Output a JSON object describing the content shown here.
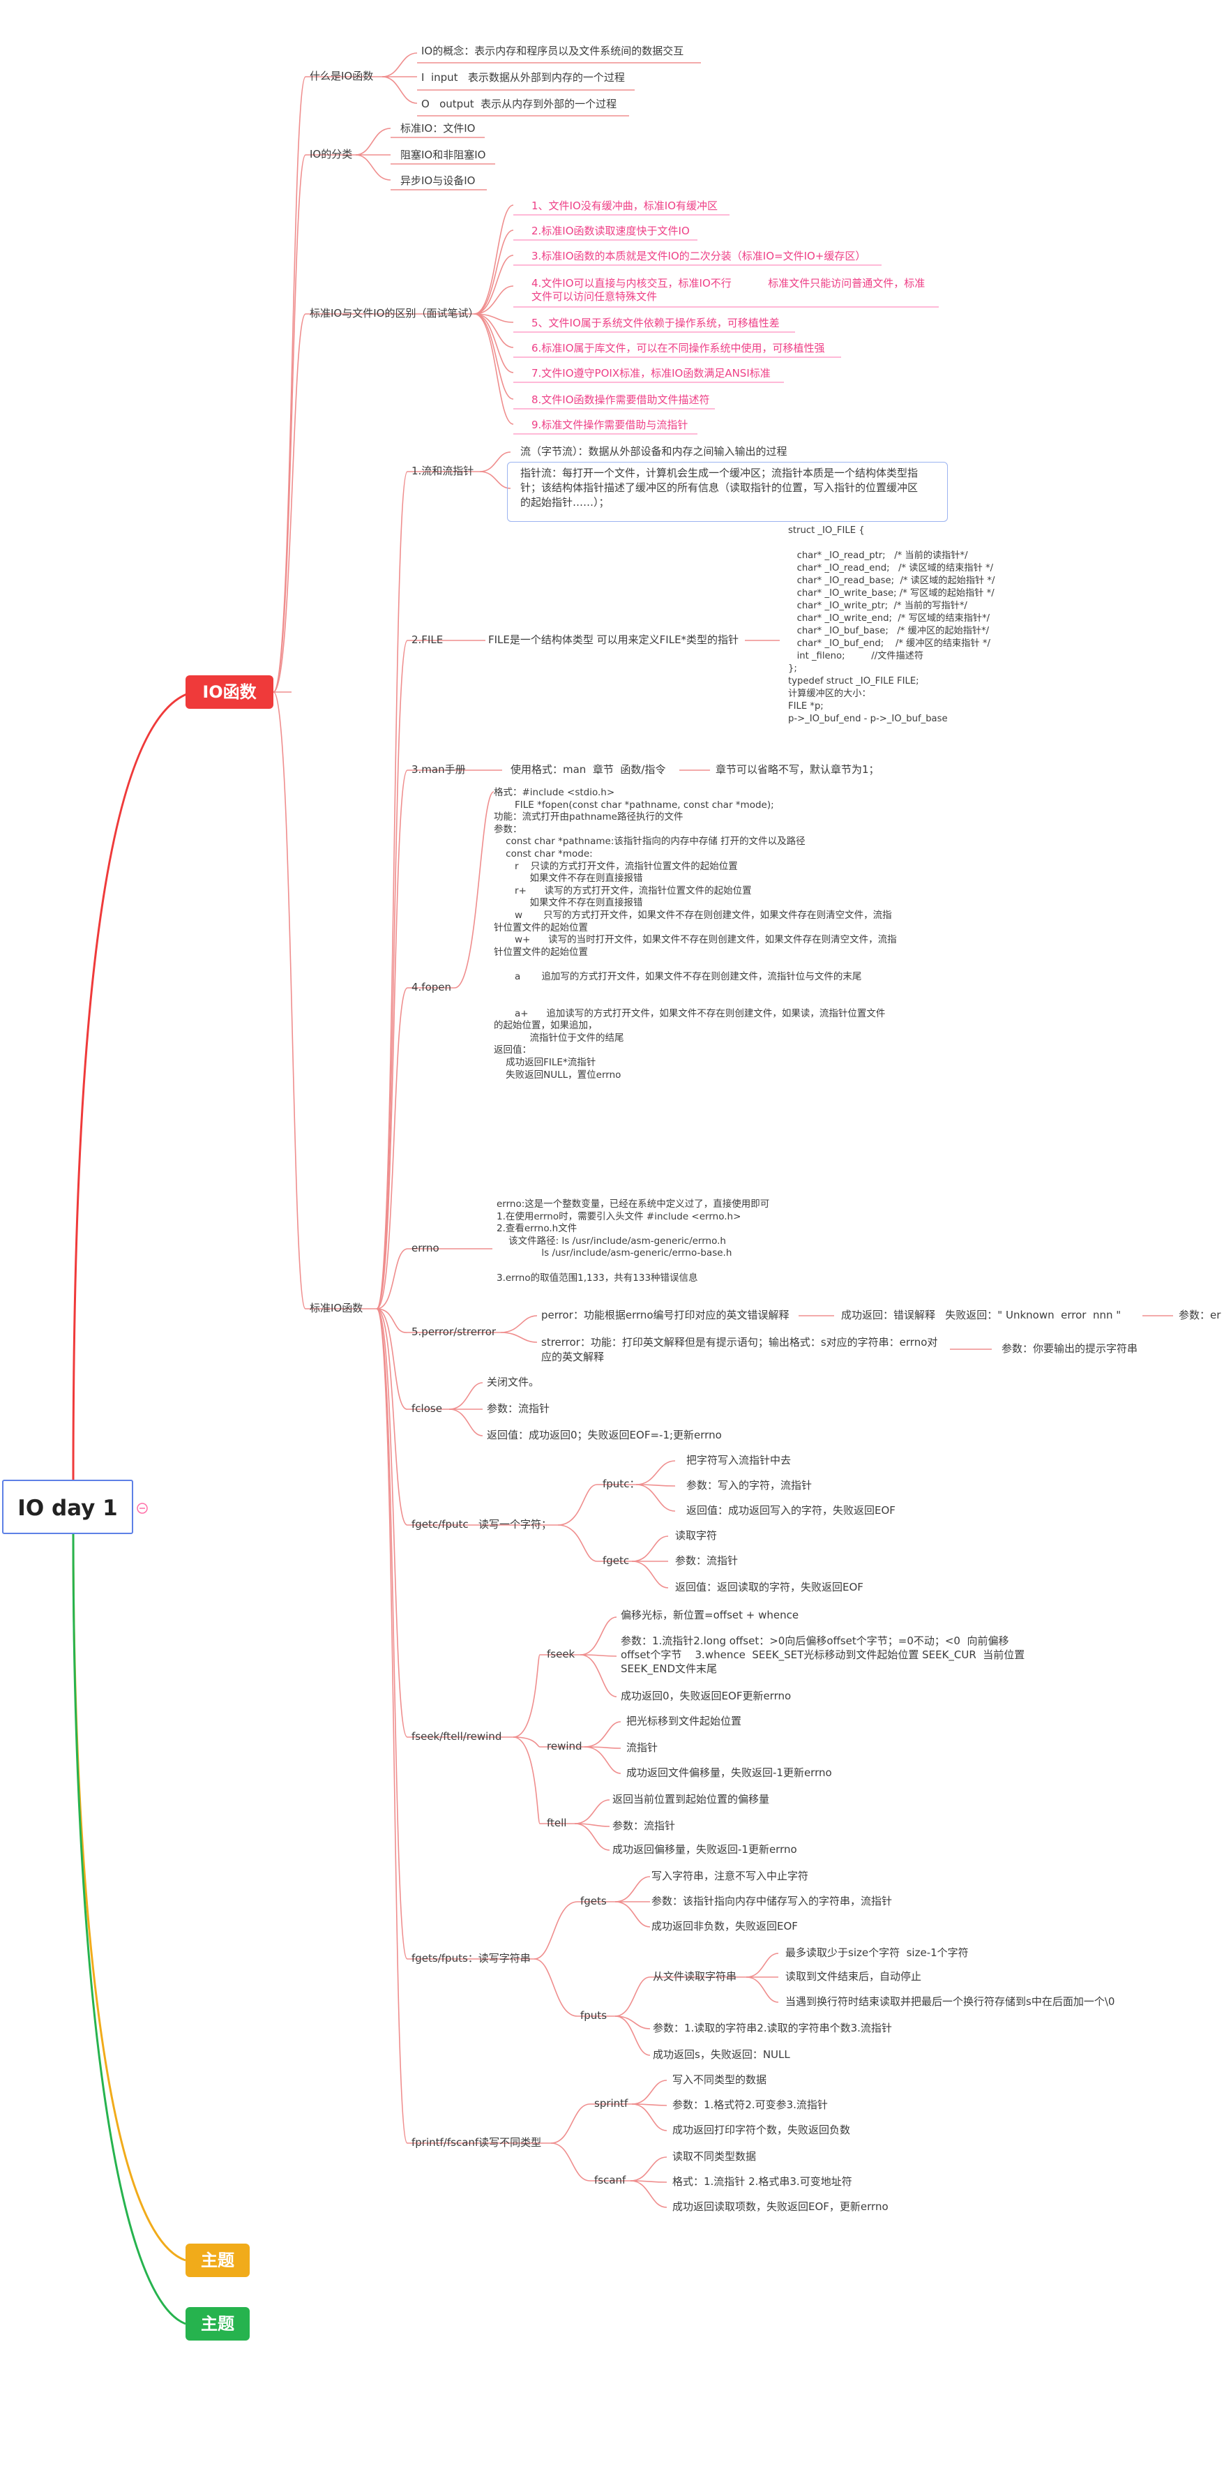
{
  "root": "IO day 1",
  "colors": {
    "red": "#ef3a3a",
    "orange": "#f1ab1a",
    "green": "#26b34e",
    "pink": "#ee3f86",
    "blue": "#5d80e6"
  },
  "main_topics": [
    "IO函数",
    "主题",
    "主题"
  ],
  "what_is": {
    "label": "什么是IO函数",
    "items": [
      "IO的概念：表示内存和程序员以及文件系统间的数据交互",
      "I  input   表示数据从外部到内存的一个过程",
      "O   output  表示从内存到外部的一个过程"
    ]
  },
  "classify": {
    "label": "IO的分类",
    "items": [
      "标准IO：文件IO",
      "阻塞IO和非阻塞IO",
      "异步IO与设备IO"
    ]
  },
  "diff": {
    "label": "标准IO与文件IO的区别（面试笔试）",
    "items": [
      "1、文件IO没有缓冲曲，标准IO有缓冲区",
      "2.标准IO函数读取速度快于文件IO",
      "3.标准IO函数的本质就是文件IO的二次分装（标准IO=文件IO+缓存区）",
      "4.文件IO可以直接与内核交互，标准IO不行           标准文件只能访问普通文件，标准\n文件可以访问任意特殊文件",
      "5、文件IO属于系统文件依赖于操作系统，可移植性差",
      "6.标准IO属于库文件，可以在不同操作系统中使用，可移植性强",
      "7.文件IO遵守POIX标准，标准IO函数满足ANSI标准",
      "8.文件IO函数操作需要借助文件描述符",
      "9.标准文件操作需要借助与流指针"
    ]
  },
  "std_io": {
    "label": "标准IO函数",
    "flow": {
      "label": "1.流和流指针",
      "items": [
        "流（字节流）：数据从外部设备和内存之间输入输出的过程",
        "指针流：每打开一个文件，计算机会生成一个缓冲区；流指针本质是一个结构体类型指\n针；该结构体指针描述了缓冲区的所有信息（读取指针的位置，写入指针的位置缓冲区\n的起始指针……）；"
      ]
    },
    "file": {
      "label": "2.FILE",
      "desc": "FILE是一个结构体类型 可以用来定义FILE*类型的指针",
      "code": "struct _IO_FILE {\n\n   char* _IO_read_ptr;   /* 当前的读指针*/\n   char* _IO_read_end;   /* 读区域的结束指针 */\n   char* _IO_read_base;  /* 读区域的起始指针 */\n   char* _IO_write_base; /* 写区域的起始指针 */\n   char* _IO_write_ptr;  /* 当前的写指针*/\n   char* _IO_write_end;  /* 写区域的结束指针*/\n   char* _IO_buf_base;   /* 缓冲区的起始指针*/\n   char* _IO_buf_end;    /* 缓冲区的结束指针 */\n   int _fileno;         //文件描述符\n};\ntypedef struct _IO_FILE FILE;\n计算缓冲区的大小：\nFILE *p;\np->_IO_buf_end - p->_IO_buf_base"
    },
    "man": {
      "label": "3.man手册",
      "usage": "使用格式：man  章节  函数/指令",
      "note": "章节可以省略不写，默认章节为1；"
    },
    "fopen": {
      "label": "4.fopen",
      "text": "格式：#include <stdio.h>\n       FILE *fopen(const char *pathname, const char *mode);\n功能：流式打开由pathname路径执行的文件\n参数：\n    const char *pathname:该指针指向的内存中存储 打开的文件以及路径\n    const char *mode:\n       r    只读的方式打开文件，流指针位置文件的起始位置\n            如果文件不存在则直接报错\n       r+      读写的方式打开文件，流指针位置文件的起始位置\n            如果文件不存在则直接报错\n       w       只写的方式打开文件，如果文件不存在则创建文件，如果文件存在则清空文件，流指\n针位置文件的起始位置\n       w+      读写的当时打开文件，如果文件不存在则创建文件，如果文件存在则清空文件，流指\n针位置文件的起始位置\n\n       a       追加写的方式打开文件，如果文件不存在则创建文件，流指针位与文件的末尾\n\n\n       a+      追加读写的方式打开文件，如果文件不存在则创建文件，如果读，流指针位置文件\n的起始位置，如果追加，\n            流指针位于文件的结尾\n返回值：\n    成功返回FILE*流指针\n    失败返回NULL，置位errno"
    },
    "errno": {
      "label": "errno",
      "text": "errno:这是一个整数变量，已经在系统中定义过了，直接使用即可\n1.在使用errno时，需要引入头文件 #include <errno.h>\n2.查看errno.h文件\n    该文件路径: ls /usr/include/asm-generic/errno.h\n               ls /usr/include/asm-generic/errno-base.h\n\n3.errno的取值范围1,133，共有133种错误信息"
    },
    "perror": {
      "label": "5.perror/strerror",
      "perror": "perror：功能根据errno编号打印对应的英文错误解释",
      "perror_ret": "成功返回：错误解释   失败返回：\" Unknown  error  nnn \"",
      "perror_param": "参数：er",
      "strerror": "strerror：功能：打印英文解释但是有提示语句；输出格式：s对应的字符串：errno对\n应的英文解释",
      "strerror_param": "参数：你要输出的提示字符串"
    },
    "fclose": {
      "label": "fclose",
      "items": [
        "关闭文件。",
        "参数：流指针",
        "返回值：成功返回0；失败返回EOF=-1;更新errno"
      ]
    },
    "fgetc": {
      "label": "fgetc/fputc   读写一个字符；",
      "fputc": {
        "label": "fputc：",
        "items": [
          "把字符写入流指针中去",
          "参数：写入的字符，流指针",
          "返回值：成功返回写入的字符，失败返回EOF"
        ]
      },
      "fgetc": {
        "label": "fgetc",
        "items": [
          "读取字符",
          "参数：流指针",
          "返回值：返回读取的字符，失败返回EOF"
        ]
      }
    },
    "fseek": {
      "label": "fseek/ftell/rewind",
      "fseek": {
        "label": "fseek",
        "items": [
          "偏移光标，新位置=offset + whence",
          "参数：1.流指针2.long offset：>0向后偏移offset个字节；=0不动；<0  向前偏移\noffset个字节    3.whence  SEEK_SET光标移动到文件起始位置 SEEK_CUR  当前位置\nSEEK_END文件末尾",
          "成功返回0，失败返回EOF更新errno"
        ]
      },
      "rewind": {
        "label": "rewind",
        "items": [
          "把光标移到文件起始位置",
          "流指针",
          "成功返回文件偏移量，失败返回-1更新errno"
        ]
      },
      "ftell": {
        "label": "ftell",
        "items": [
          "返回当前位置到起始位置的偏移量",
          "参数：流指针",
          "成功返回偏移量，失败返回-1更新errno"
        ]
      }
    },
    "fgets": {
      "label": "fgets/fputs：读写字符串",
      "fgets": {
        "label": "fgets",
        "items": [
          "写入字符串，注意不写入中止字符",
          "参数：该指针指向内存中储存写入的字符串，流指针",
          "成功返回非负数，失败返回EOF"
        ]
      },
      "fputs": {
        "label": "fputs",
        "read": "从文件读取字符串",
        "read_items": [
          "最多读取少于size个字符  size-1个字符",
          "读取到文件结束后，自动停止",
          "当遇到换行符时结束读取并把最后一个换行符存储到s中在后面加一个\\0"
        ],
        "items": [
          "参数：1.读取的字符串2.读取的字符串个数3.流指针",
          "成功返回s，失败返回：NULL"
        ]
      }
    },
    "fprintf": {
      "label": "fprintf/fscanf读写不同类型",
      "sprintf": {
        "label": "sprintf",
        "items": [
          "写入不同类型的数据",
          "参数：1.格式符2.可变参3.流指针",
          "成功返回打印字符个数，失败返回负数"
        ]
      },
      "fscanf": {
        "label": "fscanf",
        "items": [
          "读取不同类型数据",
          "格式：1.流指针 2.格式串3.可变地址符",
          "成功返回读取项数，失败返回EOF，更新errno"
        ]
      }
    }
  }
}
